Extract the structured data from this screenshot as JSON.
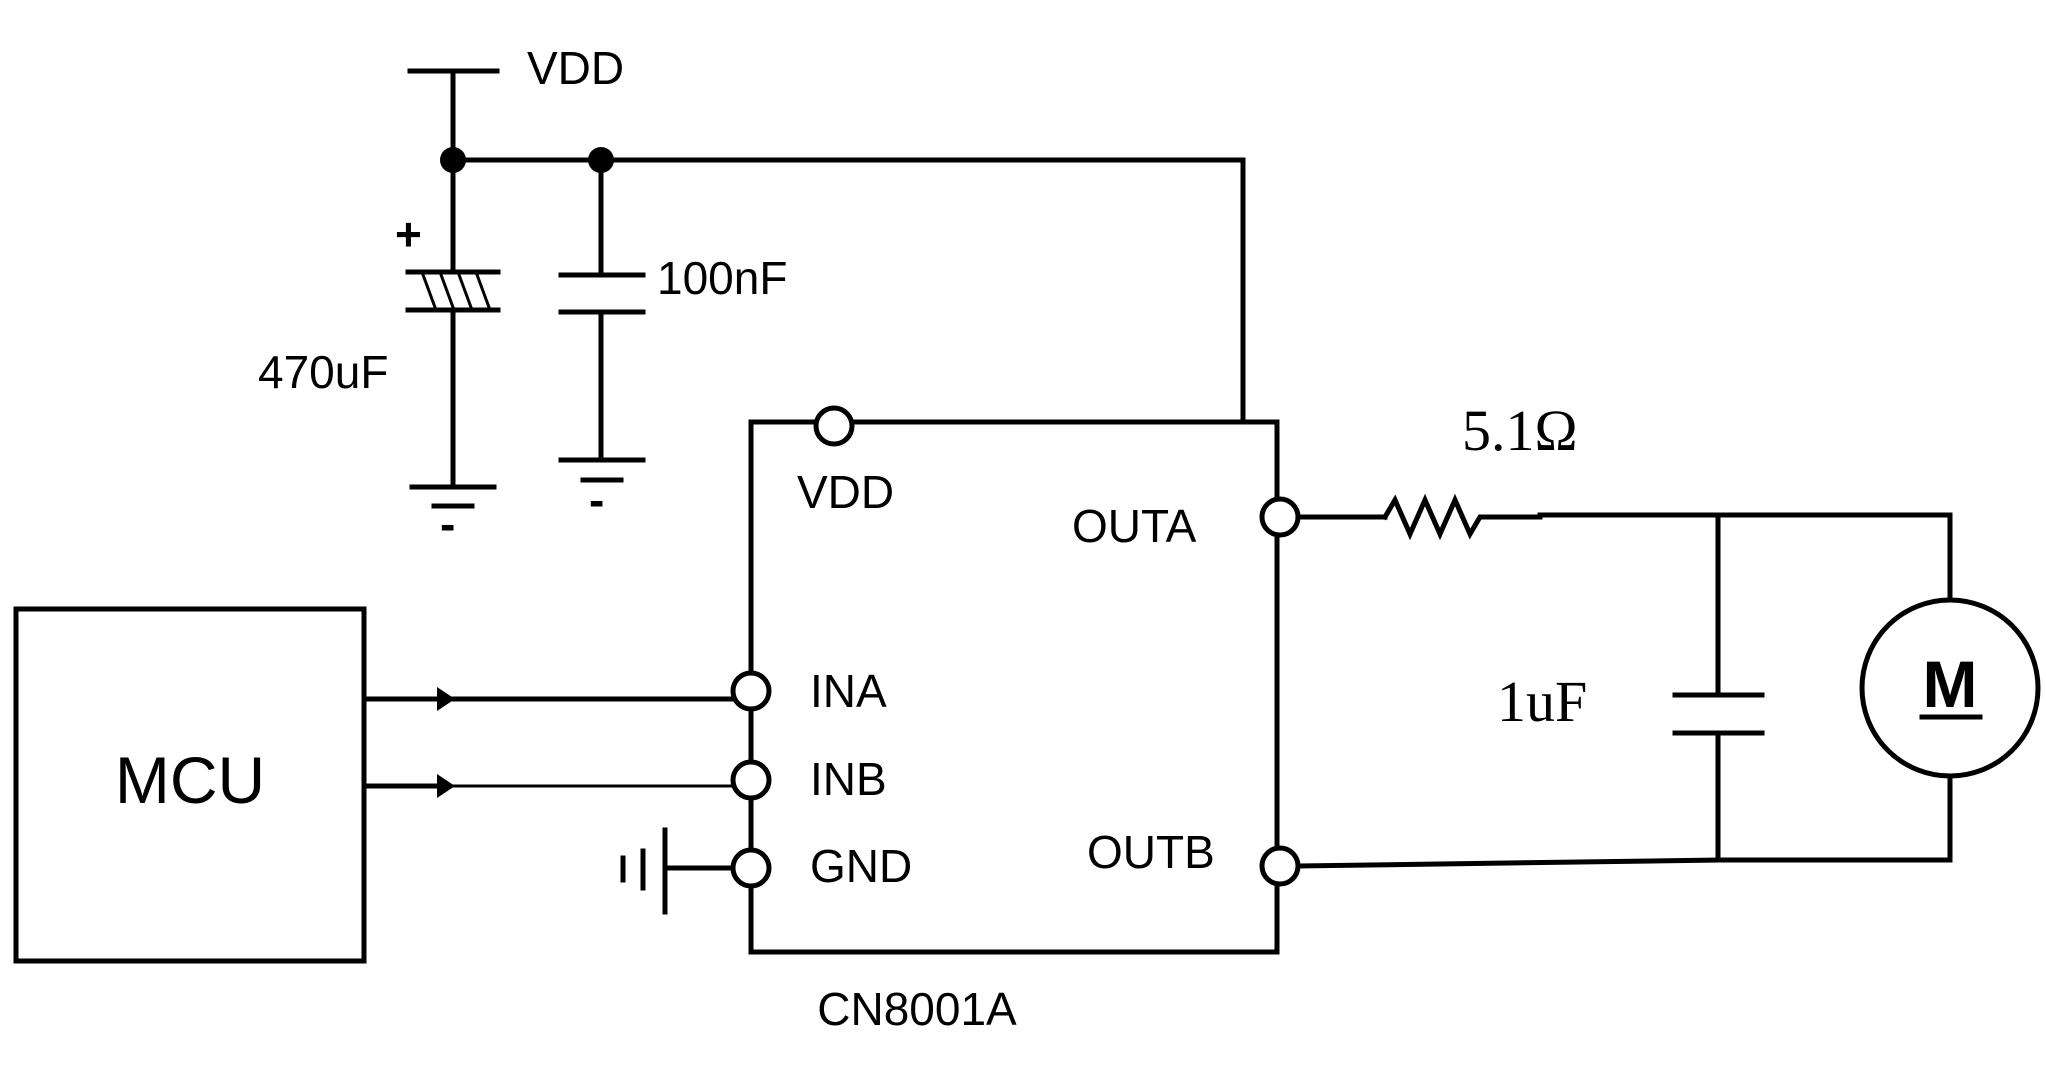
{
  "supply": {
    "label": "VDD"
  },
  "components": {
    "electrolytic_cap": {
      "value": "470uF",
      "polarity": "+"
    },
    "ceramic_cap": {
      "value": "100nF"
    },
    "series_resistor": {
      "value": "5.1Ω"
    },
    "snubber_cap": {
      "value": "1uF"
    },
    "motor": {
      "label": "M"
    }
  },
  "mcu": {
    "label": "MCU"
  },
  "ic": {
    "name": "CN8001A",
    "pins": {
      "vdd": "VDD",
      "ina": "INA",
      "inb": "INB",
      "gnd": "GND",
      "outa": "OUTA",
      "outb": "OUTB"
    }
  },
  "ground_symbol": {
    "minus": "-"
  }
}
